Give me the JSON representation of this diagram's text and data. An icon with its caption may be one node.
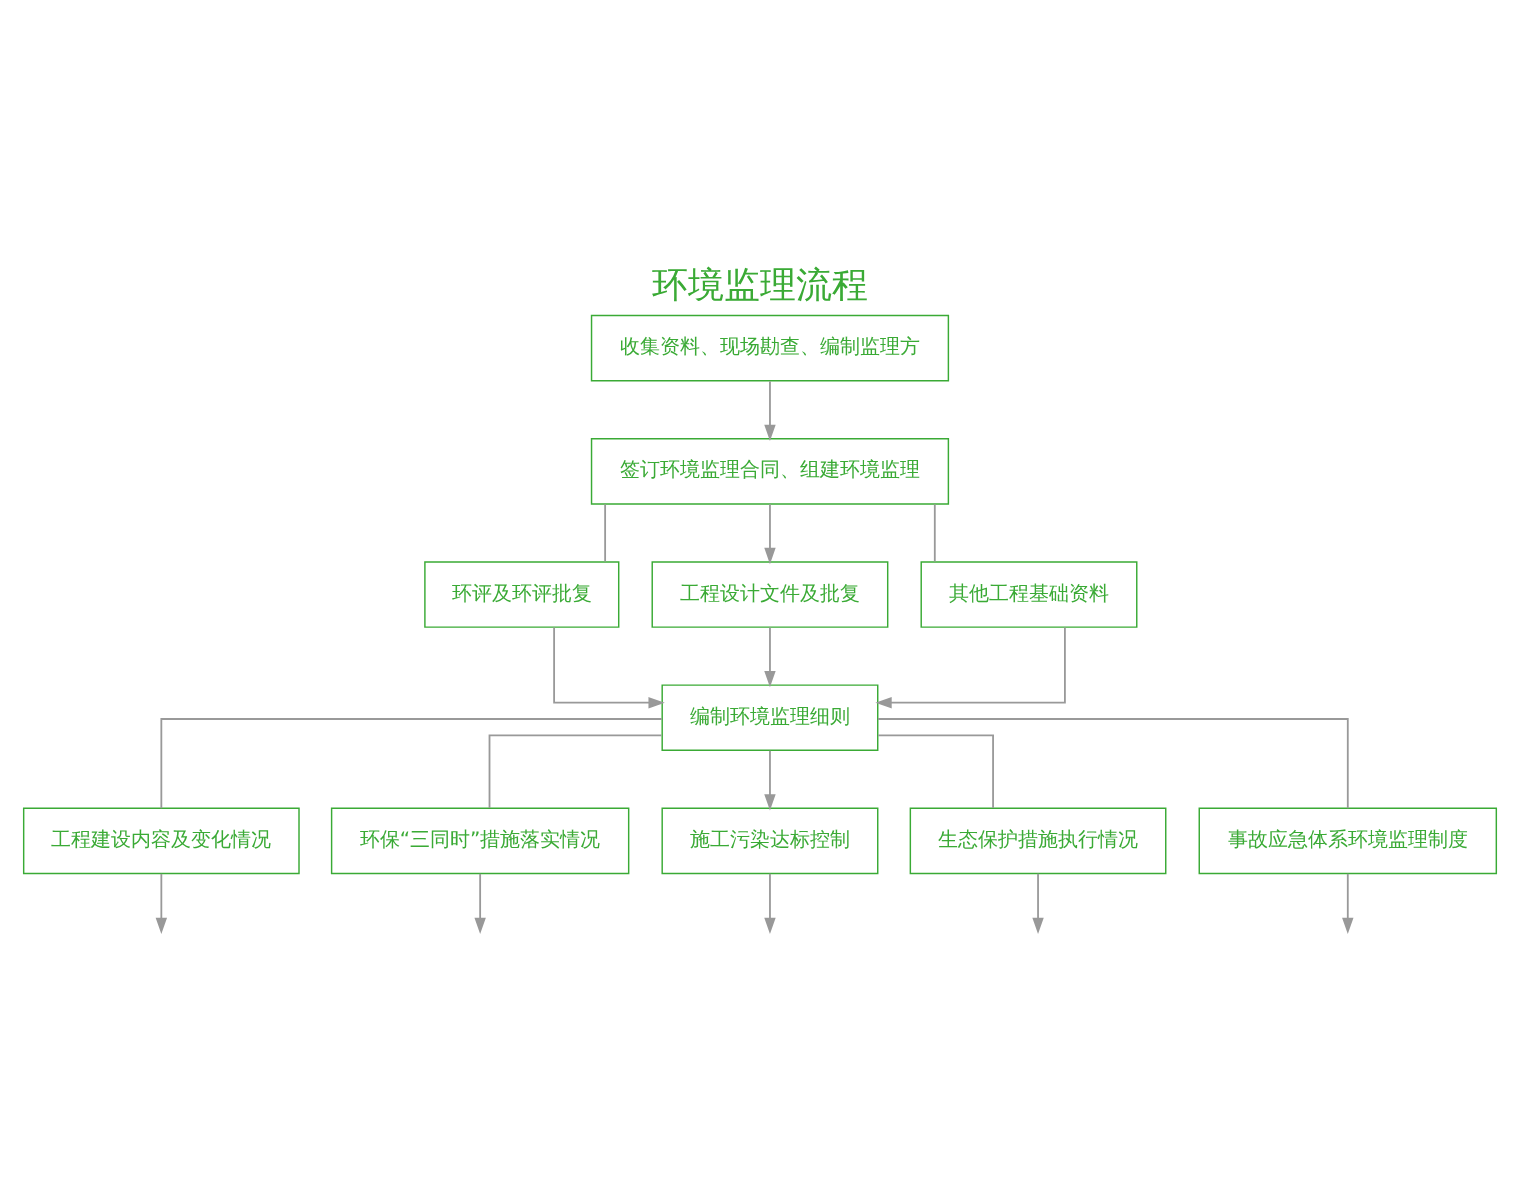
{
  "diagram": {
    "title": "环境监理流程",
    "nodes": [
      {
        "text": [
          "收集资料、现场勘查、编制监理方"
        ]
      },
      {
        "text": [
          "签订环境监理合同、组建环境监理"
        ]
      },
      {
        "text": [
          "环评及环评批复"
        ]
      },
      {
        "text": [
          "工程设计文件及批复"
        ]
      },
      {
        "text": [
          "其他工程基础资料"
        ]
      },
      {
        "text": [
          "编制环境监理细则"
        ]
      },
      {
        "text": [
          "工程建设内容及变化情况"
        ]
      },
      {
        "text": [
          "环保“三同时”措施落实情况"
        ]
      },
      {
        "text": [
          "施工污染达标控制"
        ]
      },
      {
        "text": [
          "生态保护措施执行情况"
        ]
      },
      {
        "text": [
          "事故应急体系环境监理制度"
        ]
      }
    ],
    "edges": [
      {
        "from": 0,
        "to": 1,
        "arrow": "to"
      },
      {
        "from": 1,
        "to": 2,
        "arrow": "none"
      },
      {
        "from": 1,
        "to": 3,
        "arrow": "to"
      },
      {
        "from": 1,
        "to": 4,
        "arrow": "none"
      },
      {
        "from": 2,
        "to": 5,
        "arrow": "to"
      },
      {
        "from": 3,
        "to": 5,
        "arrow": "to"
      },
      {
        "from": 4,
        "to": 5,
        "arrow": "to"
      },
      {
        "from": 5,
        "to": 6,
        "arrow": "none"
      },
      {
        "from": 5,
        "to": 7,
        "arrow": "none"
      },
      {
        "from": 5,
        "to": 8,
        "arrow": "to"
      },
      {
        "from": 5,
        "to": 9,
        "arrow": "none"
      },
      {
        "from": 5,
        "to": 10,
        "arrow": "none"
      },
      {
        "from": 6,
        "to": null,
        "arrow": "to"
      },
      {
        "from": 7,
        "to": null,
        "arrow": "to"
      },
      {
        "from": 8,
        "to": null,
        "arrow": "to"
      },
      {
        "from": 9,
        "to": null,
        "arrow": "to"
      },
      {
        "from": 10,
        "to": null,
        "arrow": "to"
      }
    ]
  }
}
